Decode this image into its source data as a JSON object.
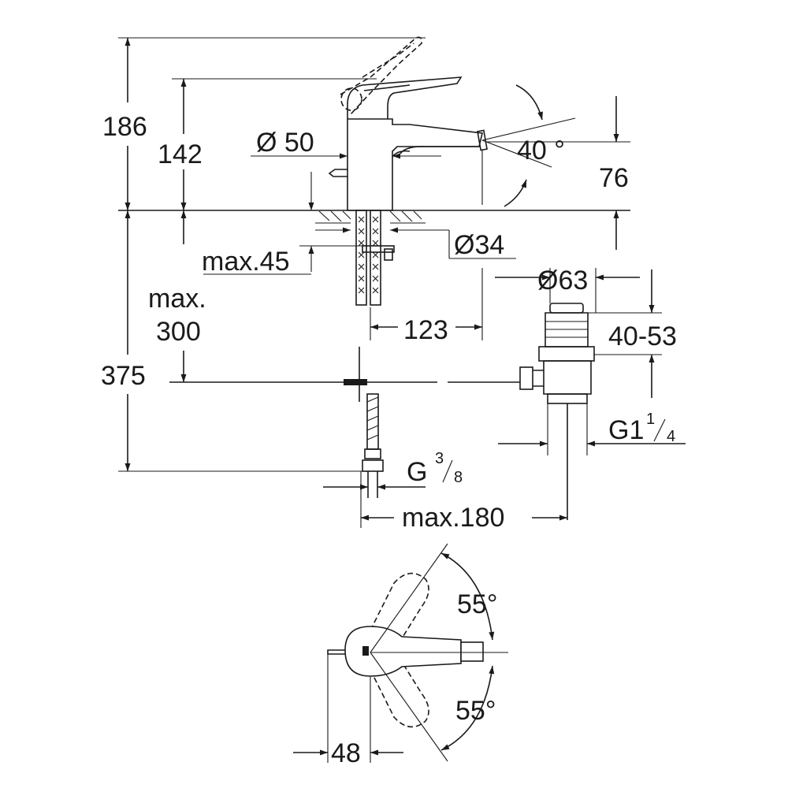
{
  "dimensions": {
    "height_total": "186",
    "height_spout": "142",
    "body_diameter": "Ø 50",
    "spray_angle": "40 °",
    "spout_height": "76",
    "max_deck_thickness": "max.45",
    "hole_diameter": "Ø34",
    "max_hose_length_label": "max.",
    "max_hose_length_value": "300",
    "spout_reach": "123",
    "waste_diameter": "Ø63",
    "waste_range": "40-53",
    "total_depth": "375",
    "waste_thread_main": "G1",
    "waste_thread_num": "1",
    "waste_thread_den": "4",
    "supply_thread_main": "G",
    "supply_thread_num": "3",
    "supply_thread_den": "8",
    "max_waste_offset": "max.180",
    "lever_angle_top": "55°",
    "lever_angle_bottom": "55°",
    "lever_offset": "48"
  },
  "colors": {
    "line": "#1a1a1a",
    "background": "#ffffff"
  }
}
